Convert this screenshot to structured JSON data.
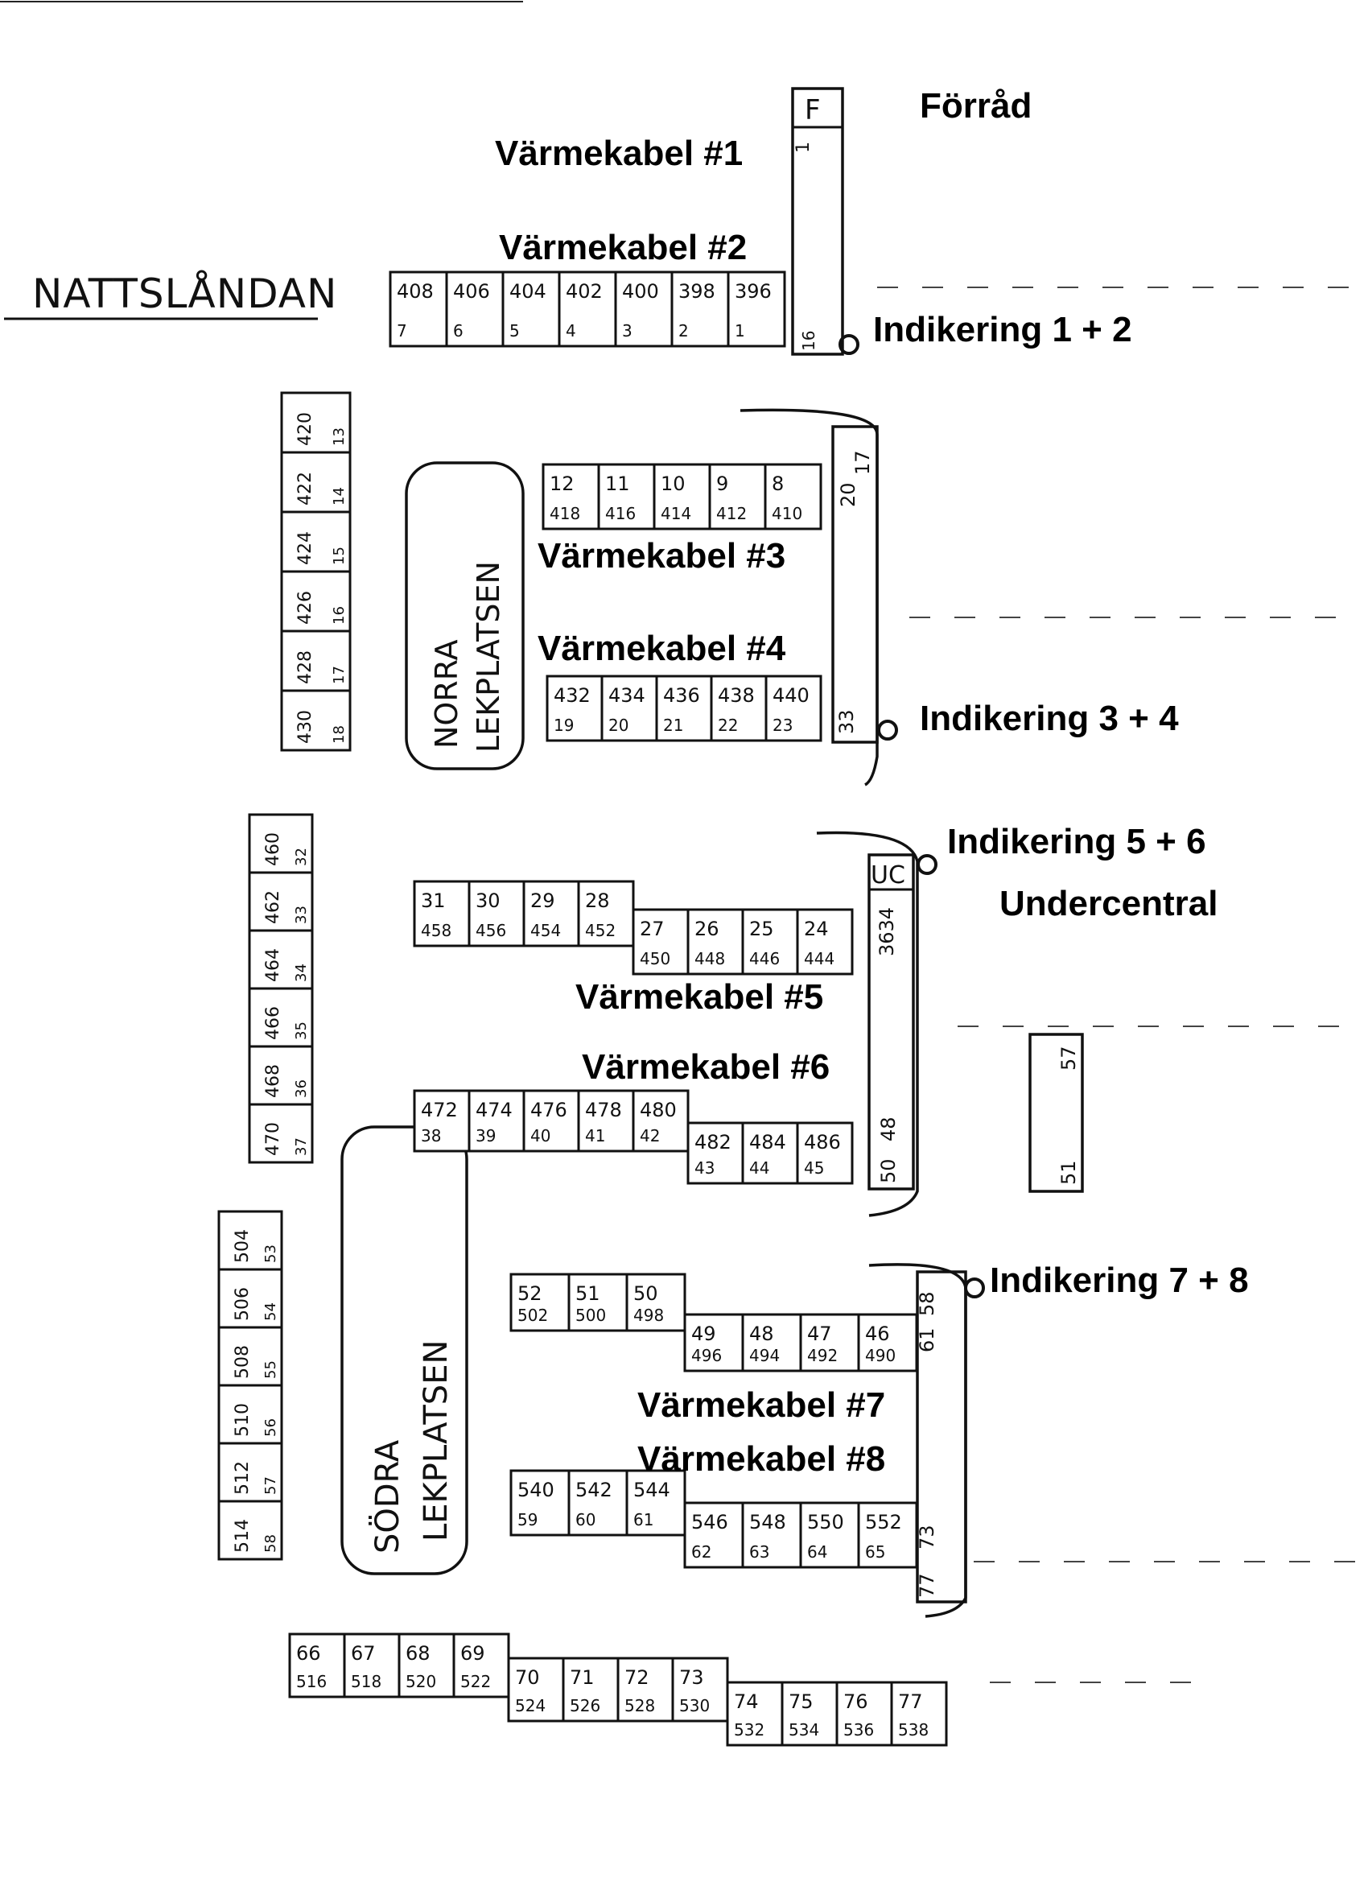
{
  "title": "NATTSLÅNDAN",
  "labels": {
    "forrad": "Förråd",
    "undercentral": "Undercentral",
    "vk1": "Värmekabel #1",
    "vk2": "Värmekabel #2",
    "vk3": "Värmekabel #3",
    "vk4": "Värmekabel #4",
    "vk5": "Värmekabel #5",
    "vk6": "Värmekabel #6",
    "vk7": "Värmekabel #7",
    "vk8": "Värmekabel #8",
    "ind12": "Indikering 1 + 2",
    "ind34": "Indikering 3 + 4",
    "ind56": "Indikering 5 + 6",
    "ind78": "Indikering 7 + 8"
  },
  "marks": {
    "F": "F",
    "UC": "UC",
    "v1": "1",
    "v16": "16",
    "v17": "17",
    "v20": "20",
    "v33": "33",
    "v3634": "3634",
    "v48": "48",
    "v50": "50",
    "v57": "57",
    "v51": "51",
    "v58": "58",
    "v61": "61",
    "v73": "73",
    "v77": "77"
  },
  "playgrounds": {
    "norra_1": "NORRA",
    "norra_2": "LEKPLATSEN",
    "sodra_1": "SÖDRA",
    "sodra_2": "LEKPLATSEN"
  },
  "rows": {
    "r1": [
      [
        "408",
        "7"
      ],
      [
        "406",
        "6"
      ],
      [
        "404",
        "5"
      ],
      [
        "402",
        "4"
      ],
      [
        "400",
        "3"
      ],
      [
        "398",
        "2"
      ],
      [
        "396",
        "1"
      ]
    ],
    "r2": [
      [
        "12",
        "418"
      ],
      [
        "11",
        "416"
      ],
      [
        "10",
        "414"
      ],
      [
        "9",
        "412"
      ],
      [
        "8",
        "410"
      ]
    ],
    "r3": [
      [
        "432",
        "19"
      ],
      [
        "434",
        "20"
      ],
      [
        "436",
        "21"
      ],
      [
        "438",
        "22"
      ],
      [
        "440",
        "23"
      ]
    ],
    "r4": [
      [
        "31",
        "458"
      ],
      [
        "30",
        "456"
      ],
      [
        "29",
        "454"
      ],
      [
        "28",
        "452"
      ],
      [
        "27",
        "450"
      ],
      [
        "26",
        "448"
      ],
      [
        "25",
        "446"
      ],
      [
        "24",
        "444"
      ]
    ],
    "r5": [
      [
        "472",
        "38"
      ],
      [
        "474",
        "39"
      ],
      [
        "476",
        "40"
      ],
      [
        "478",
        "41"
      ],
      [
        "480",
        "42"
      ],
      [
        "482",
        "43"
      ],
      [
        "484",
        "44"
      ],
      [
        "486",
        "45"
      ]
    ],
    "r6": [
      [
        "52",
        "502"
      ],
      [
        "51",
        "500"
      ],
      [
        "50",
        "498"
      ],
      [
        "49",
        "496"
      ],
      [
        "48",
        "494"
      ],
      [
        "47",
        "492"
      ],
      [
        "46",
        "490"
      ]
    ],
    "r7": [
      [
        "540",
        "59"
      ],
      [
        "542",
        "60"
      ],
      [
        "544",
        "61"
      ],
      [
        "546",
        "62"
      ],
      [
        "548",
        "63"
      ],
      [
        "550",
        "64"
      ],
      [
        "552",
        "65"
      ]
    ],
    "r8": [
      [
        "66",
        "516"
      ],
      [
        "67",
        "518"
      ],
      [
        "68",
        "520"
      ],
      [
        "69",
        "522"
      ],
      [
        "70",
        "524"
      ],
      [
        "71",
        "526"
      ],
      [
        "72",
        "528"
      ],
      [
        "73",
        "530"
      ],
      [
        "74",
        "532"
      ],
      [
        "75",
        "534"
      ],
      [
        "76",
        "536"
      ],
      [
        "77",
        "538"
      ]
    ]
  },
  "cols": {
    "c1": [
      [
        "420",
        "13"
      ],
      [
        "422",
        "14"
      ],
      [
        "424",
        "15"
      ],
      [
        "426",
        "16"
      ],
      [
        "428",
        "17"
      ],
      [
        "430",
        "18"
      ]
    ],
    "c2": [
      [
        "460",
        "32"
      ],
      [
        "462",
        "33"
      ],
      [
        "464",
        "34"
      ],
      [
        "466",
        "35"
      ],
      [
        "468",
        "36"
      ],
      [
        "470",
        "37"
      ]
    ],
    "c3": [
      [
        "504",
        "53"
      ],
      [
        "506",
        "54"
      ],
      [
        "508",
        "55"
      ],
      [
        "510",
        "56"
      ],
      [
        "512",
        "57"
      ],
      [
        "514",
        "58"
      ]
    ]
  }
}
